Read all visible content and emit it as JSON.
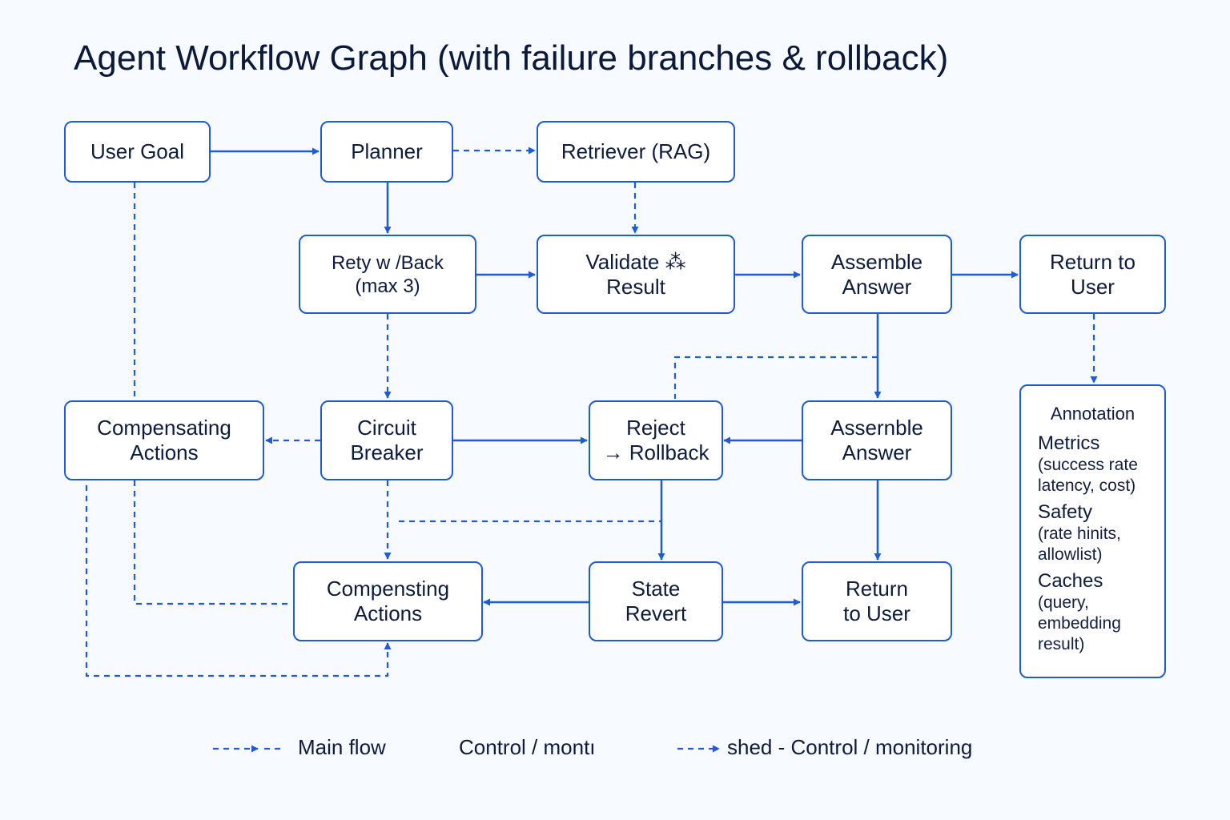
{
  "title": "Agent Workflow Graph (with failure branches & rollback)",
  "nodes": {
    "user_goal": [
      "User Goal"
    ],
    "planner": [
      "Planner"
    ],
    "retriever": [
      "Retriever (RAG)"
    ],
    "retry": [
      "Rety w /Back",
      "(max 3)"
    ],
    "validate": [
      "Validate ⁂",
      "Result"
    ],
    "assemble_top": [
      "Assemble",
      "Answer"
    ],
    "return_top": [
      "Return to",
      "User"
    ],
    "compensating_left": [
      "Compensating",
      "Actions"
    ],
    "circuit": [
      "Circuit",
      "Breaker"
    ],
    "reject": [
      "Reject",
      "→ Rollback"
    ],
    "assemble_mid": [
      "Assernble",
      "Answer"
    ],
    "compensating_bottom": [
      "Compensting",
      "Actions"
    ],
    "state_revert": [
      "State",
      "Revert"
    ],
    "return_bottom": [
      "Return",
      "to User"
    ]
  },
  "annotation": {
    "heading": "Annotation",
    "sections": [
      {
        "title": "Metrics",
        "lines": [
          "(success rate",
          "latency, cost)"
        ]
      },
      {
        "title": "Safety",
        "lines": [
          "(rate hinits,",
          "allowlist)"
        ]
      },
      {
        "title": "Caches",
        "lines": [
          "(query,",
          "embedding",
          "result)"
        ]
      }
    ]
  },
  "legend": {
    "main_flow": "Main flow",
    "control_partial": "Control / montı",
    "dashed": "shed - Control / monitoring"
  },
  "colors": {
    "accent": "#1f5bd6",
    "text": "#0d1b3d",
    "background": "#f7fbff"
  }
}
